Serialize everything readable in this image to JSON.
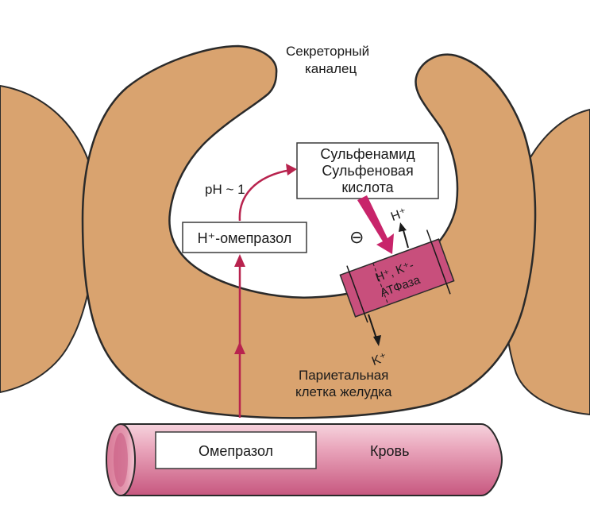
{
  "labels": {
    "canal_line1": "Секреторный",
    "canal_line2": "каналец",
    "box_top_line1": "Сульфенамид",
    "box_top_line2": "Сульфеновая",
    "box_top_line3": "кислота",
    "ph": "pH ~ 1",
    "h_plus_top": "H⁺",
    "inhibit_sign": "⊖",
    "h_omeprazole": "H⁺-омепразол",
    "atpase_line1": "H⁺, K⁺-",
    "atpase_line2": "АТФаза",
    "k_plus": "K⁺",
    "cell_line1": "Париетальная",
    "cell_line2": "клетка желудка",
    "omeprazole": "Омепразол",
    "blood": "Кровь"
  },
  "colors": {
    "cell": "#d9a36f",
    "cell_outline": "#2a2a2a",
    "arrow": "#b8234e",
    "atpase": "#c84f7c",
    "vessel_light": "#f2c4d2",
    "vessel_dark": "#c7577f"
  }
}
